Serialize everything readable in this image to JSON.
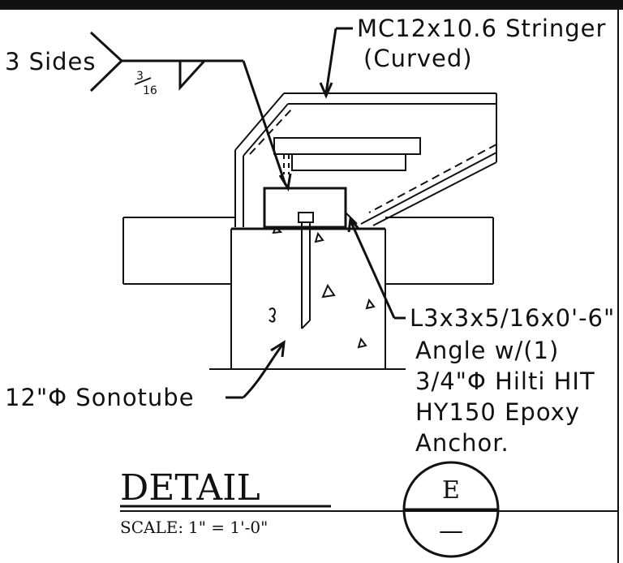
{
  "labels": {
    "stringer_line1": "MC12x10.6 Stringer",
    "stringer_line2": "(Curved)",
    "weld_sides": "3 Sides",
    "weld_size_num": "3",
    "weld_size_den": "16",
    "angle_line1": "L3x3x5/16x0'-6\"",
    "angle_line2": "Angle w/(1)",
    "angle_line3": "3/4\"Φ Hilti HIT",
    "angle_line4": "HY150 Epoxy",
    "angle_line5": "Anchor.",
    "sonotube": "12\"Φ Sonotube"
  },
  "detail": {
    "title": "DETAIL",
    "scale_label": "SCALE:",
    "scale_value": "1\" = 1'-0\"",
    "bubble_letter": "E",
    "bubble_sheet": "—"
  }
}
